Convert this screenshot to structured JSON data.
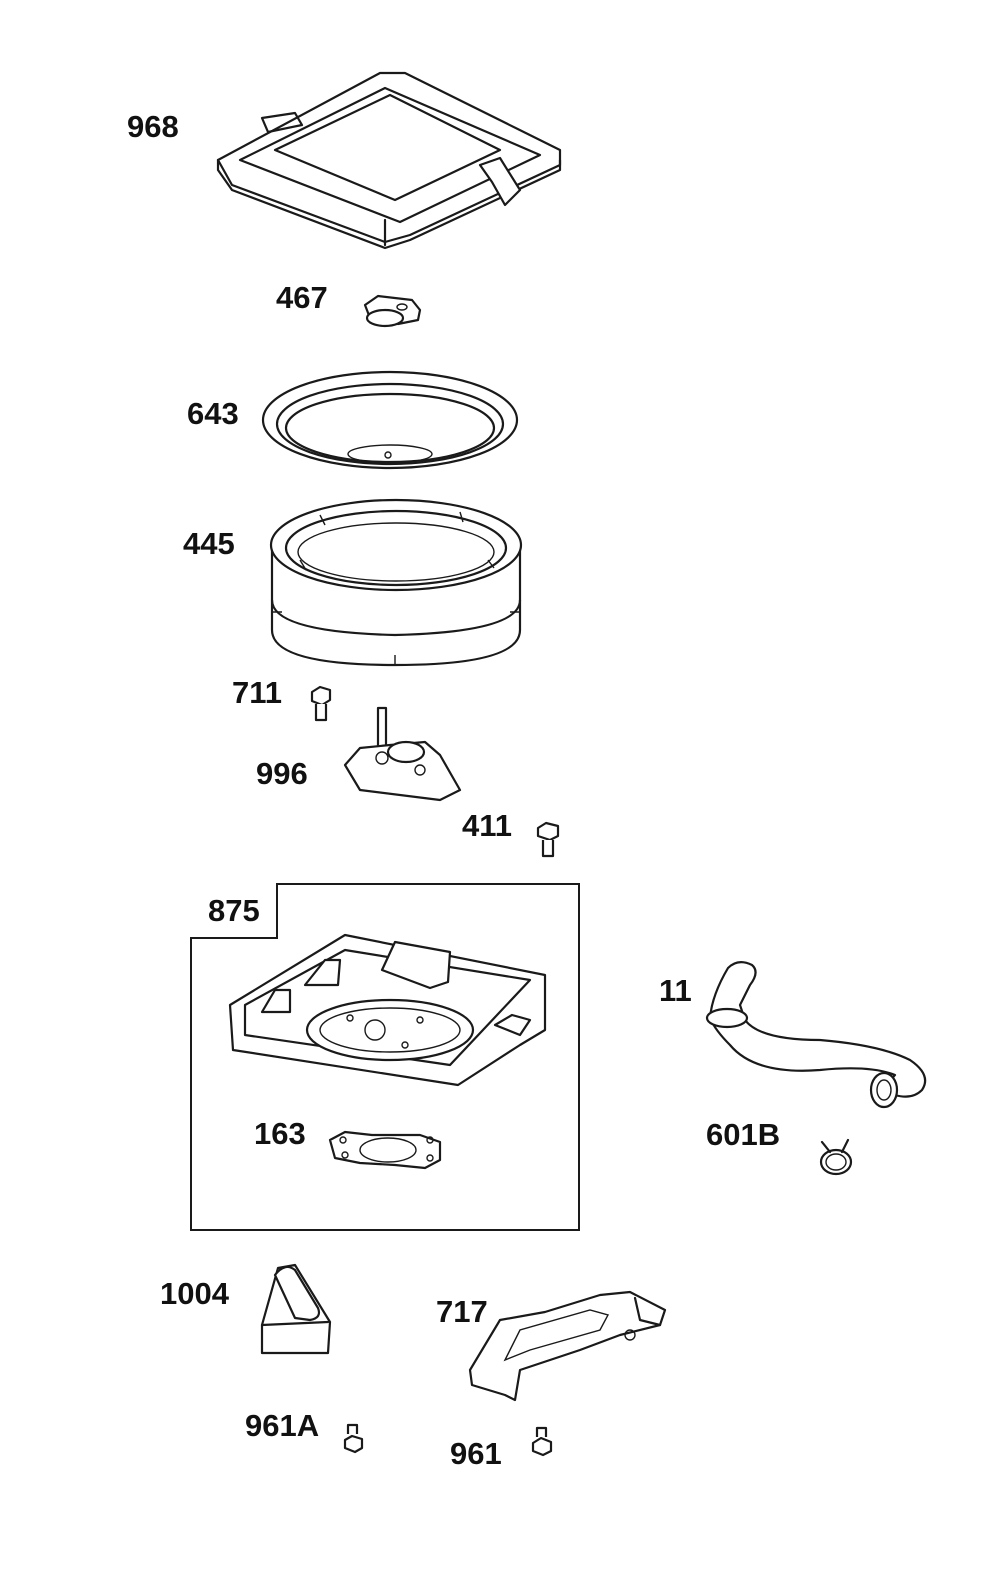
{
  "parts": {
    "p968": "968",
    "p467": "467",
    "p643": "643",
    "p445": "445",
    "p711": "711",
    "p996": "996",
    "p411": "411",
    "p875": "875",
    "p163": "163",
    "p11": "11",
    "p601B": "601B",
    "p1004": "1004",
    "p717": "717",
    "p961A": "961A",
    "p961": "961"
  }
}
